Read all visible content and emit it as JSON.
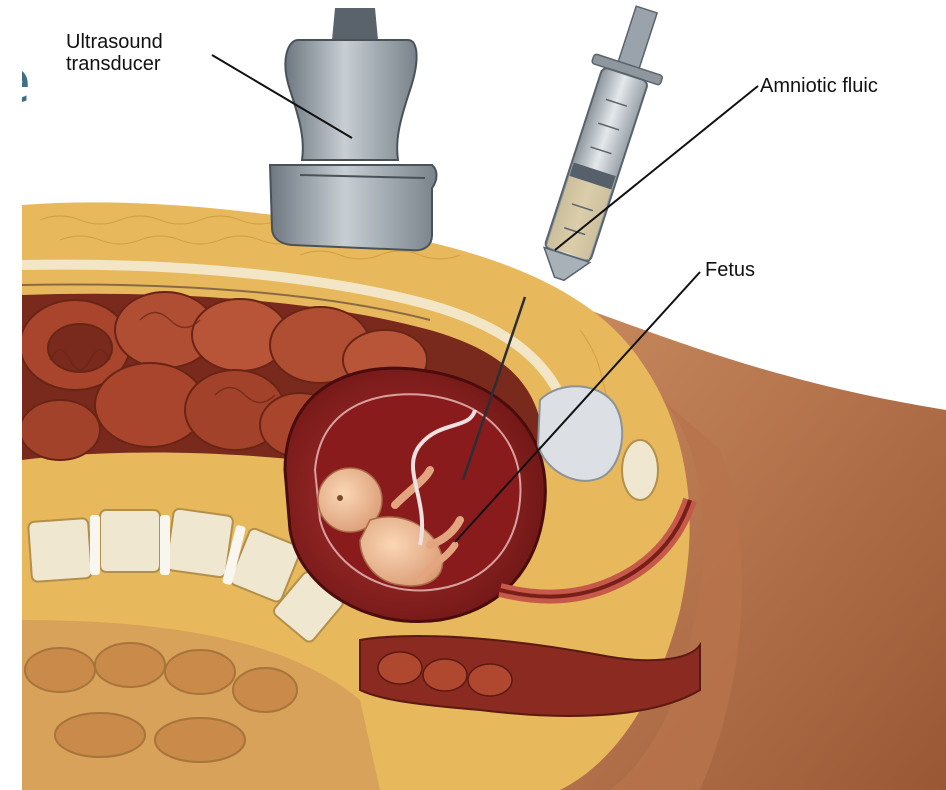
{
  "slide_title_fragment": "e",
  "labels": {
    "ultrasound_line1": "Ultrasound",
    "ultrasound_line2": "transducer",
    "amniotic": "Amniotic fluic",
    "fetus": "Fetus"
  },
  "colors": {
    "skin": "#b9714a",
    "fat": "#e8b95c",
    "intestine": "#a9452c",
    "uterus": "#8e1f1d",
    "fetus": "#f2bd97",
    "bone": "#efe7cf",
    "transducer": "#9aa3ab",
    "syringe": "#b9c1c7"
  }
}
